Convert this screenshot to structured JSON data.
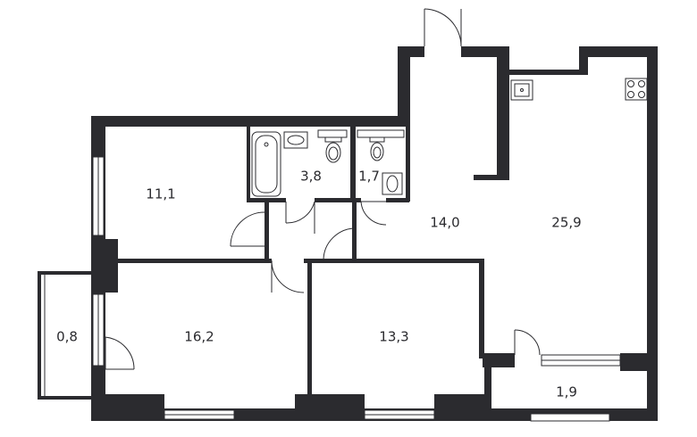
{
  "rooms": [
    {
      "id": "room-bedroom-top",
      "area": "11,1"
    },
    {
      "id": "room-bathroom",
      "area": "3,8"
    },
    {
      "id": "room-toilet",
      "area": "1,7"
    },
    {
      "id": "room-hallway",
      "area": "14,0"
    },
    {
      "id": "room-kitchen-living",
      "area": "25,9"
    },
    {
      "id": "room-balcony-left",
      "area": "0,8"
    },
    {
      "id": "room-bedroom-bottom-left",
      "area": "16,2"
    },
    {
      "id": "room-bedroom-bottom-mid",
      "area": "13,3"
    },
    {
      "id": "room-balcony-right",
      "area": "1,9"
    }
  ],
  "colors": {
    "wall": "#2b2b2f",
    "background": "#ffffff"
  }
}
